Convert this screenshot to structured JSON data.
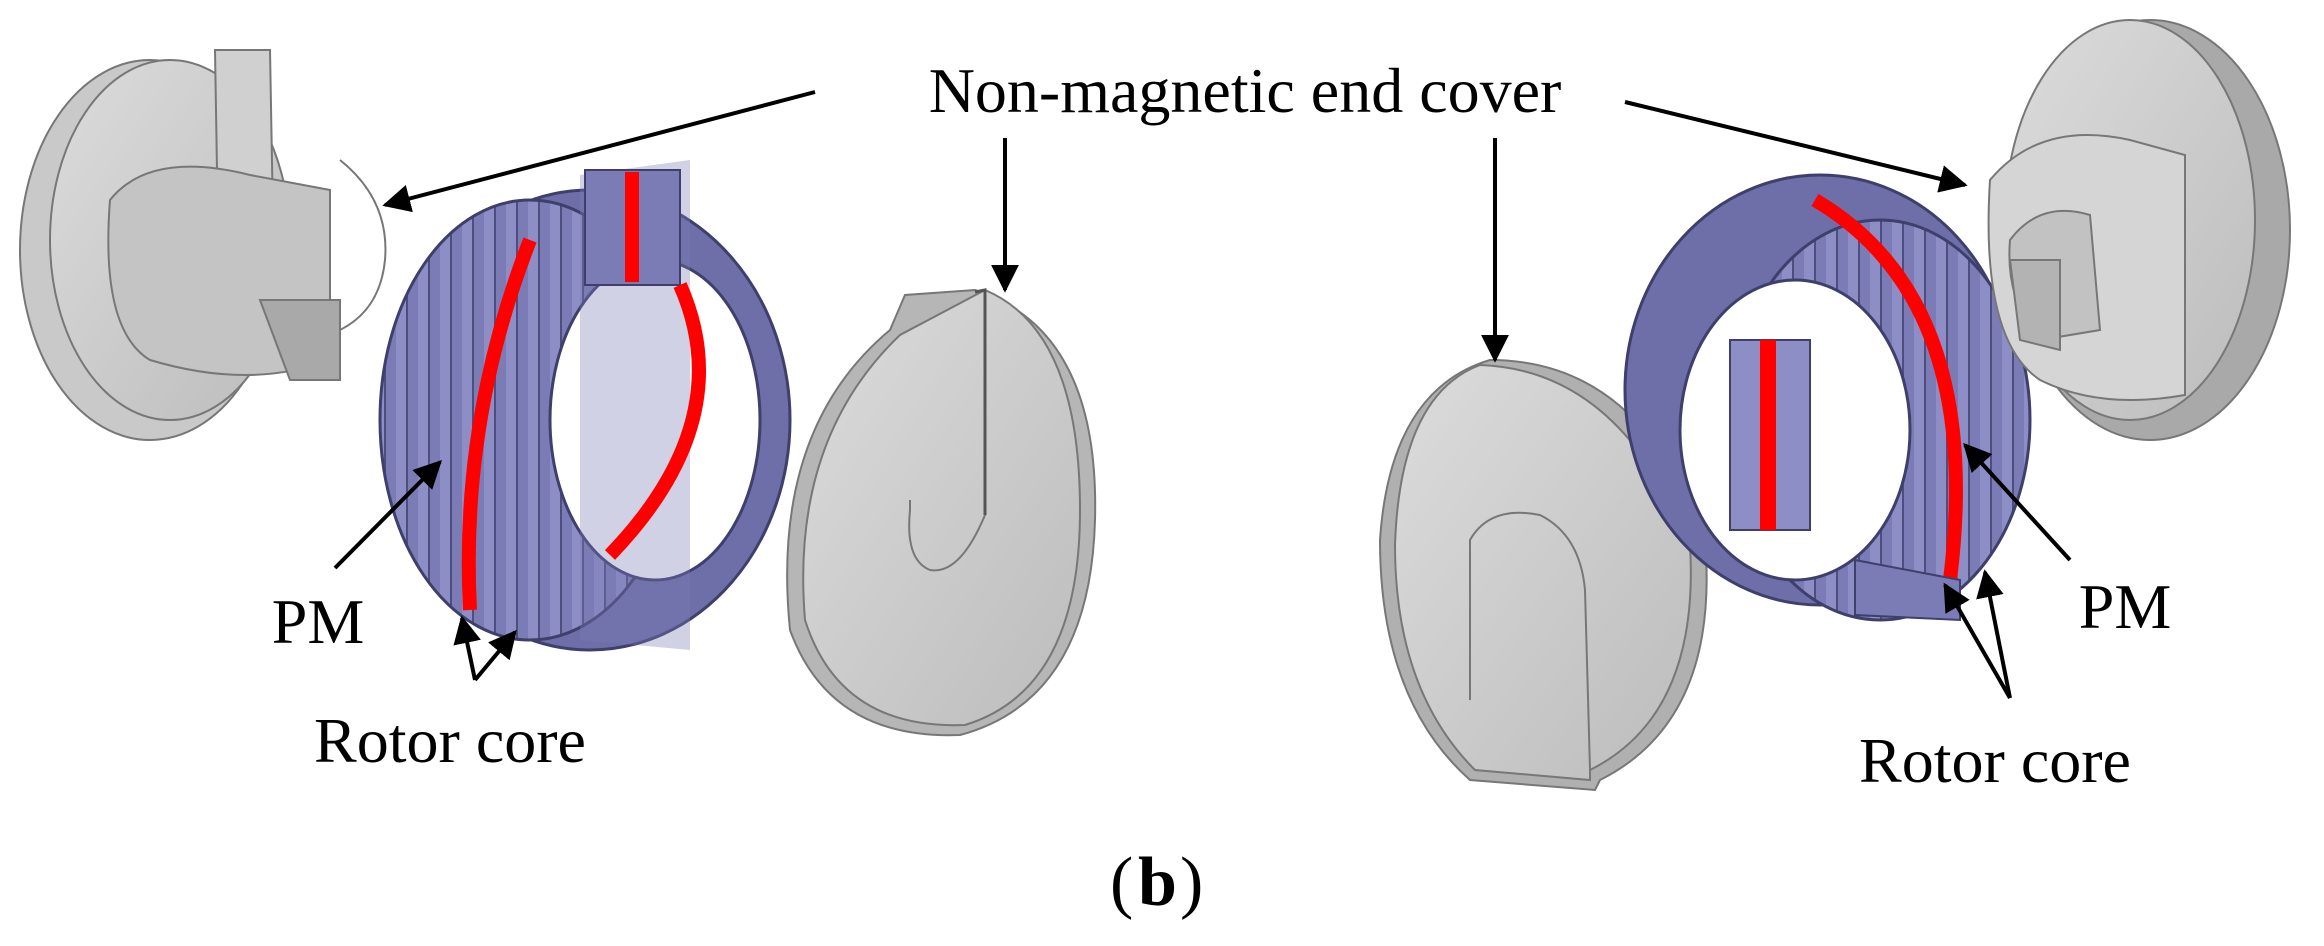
{
  "labels": {
    "end_cover": "Non-magnetic end cover",
    "pm_left": "PM",
    "rotor_core_left": "Rotor core",
    "pm_right": "PM",
    "rotor_core_right": "Rotor core",
    "caption_open": "(",
    "caption_letter": "b",
    "caption_close": ")"
  },
  "colors": {
    "rotor_core": "#7b7cb5",
    "permanent_magnet": "#ff0000",
    "end_cover": "#bdbdbd",
    "arrow": "#000000"
  }
}
